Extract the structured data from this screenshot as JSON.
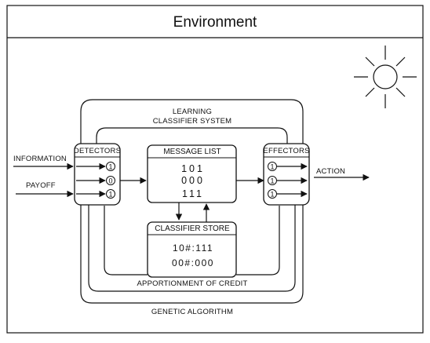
{
  "environment_title": "Environment",
  "system_label": {
    "line1": "LEARNING",
    "line2": "CLASSIFIER SYSTEM"
  },
  "inputs": {
    "information": "INFORMATION",
    "payoff": "PAYOFF"
  },
  "detectors": {
    "label": "DETECTORS",
    "bits": [
      "1",
      "0",
      "1"
    ]
  },
  "message_list": {
    "label": "MESSAGE LIST",
    "messages": [
      "101",
      "000",
      "111"
    ]
  },
  "effectors": {
    "label": "EFFECTORS",
    "bits": [
      "1",
      "1",
      "1"
    ]
  },
  "output": {
    "action": "ACTION"
  },
  "classifier_store": {
    "label": "CLASSIFIER STORE",
    "rules": [
      "10#:111",
      "00#:000"
    ]
  },
  "apportionment_label": "APPORTIONMENT OF CREDIT",
  "genetic_label": "GENETIC ALGORITHM",
  "colors": {
    "ink": "#111111",
    "background": "#ffffff"
  },
  "icons": {
    "environment": "sun-icon"
  }
}
